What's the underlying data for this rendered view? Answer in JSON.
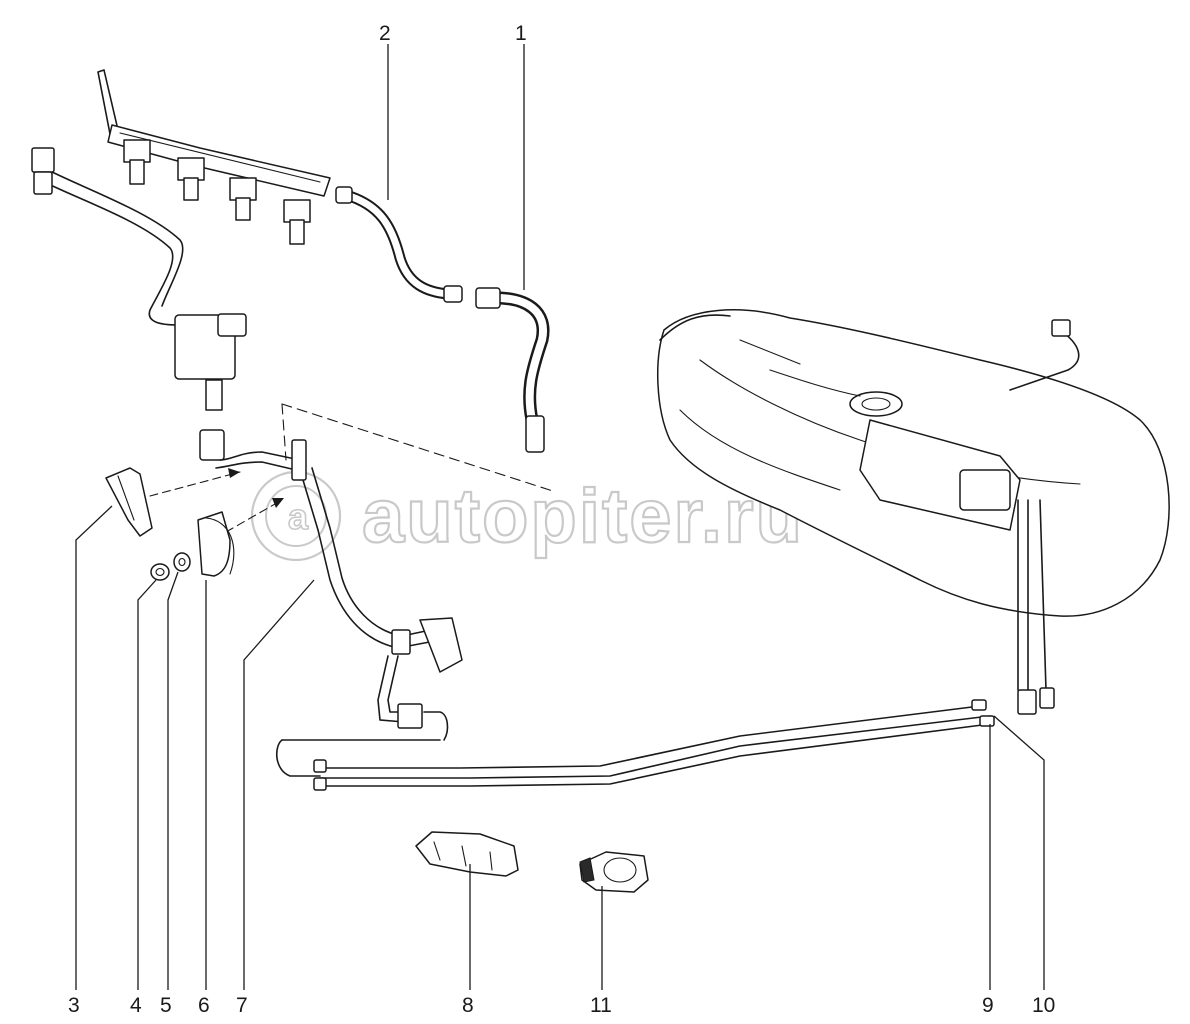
{
  "watermark": {
    "text": "autopiter.ru"
  },
  "callouts": [
    {
      "id": "1",
      "label": "1"
    },
    {
      "id": "2",
      "label": "2"
    },
    {
      "id": "3",
      "label": "3"
    },
    {
      "id": "4",
      "label": "4"
    },
    {
      "id": "5",
      "label": "5"
    },
    {
      "id": "6",
      "label": "6"
    },
    {
      "id": "7",
      "label": "7"
    },
    {
      "id": "8",
      "label": "8"
    },
    {
      "id": "11",
      "label": "11"
    },
    {
      "id": "9",
      "label": "9"
    },
    {
      "id": "10",
      "label": "10"
    }
  ]
}
